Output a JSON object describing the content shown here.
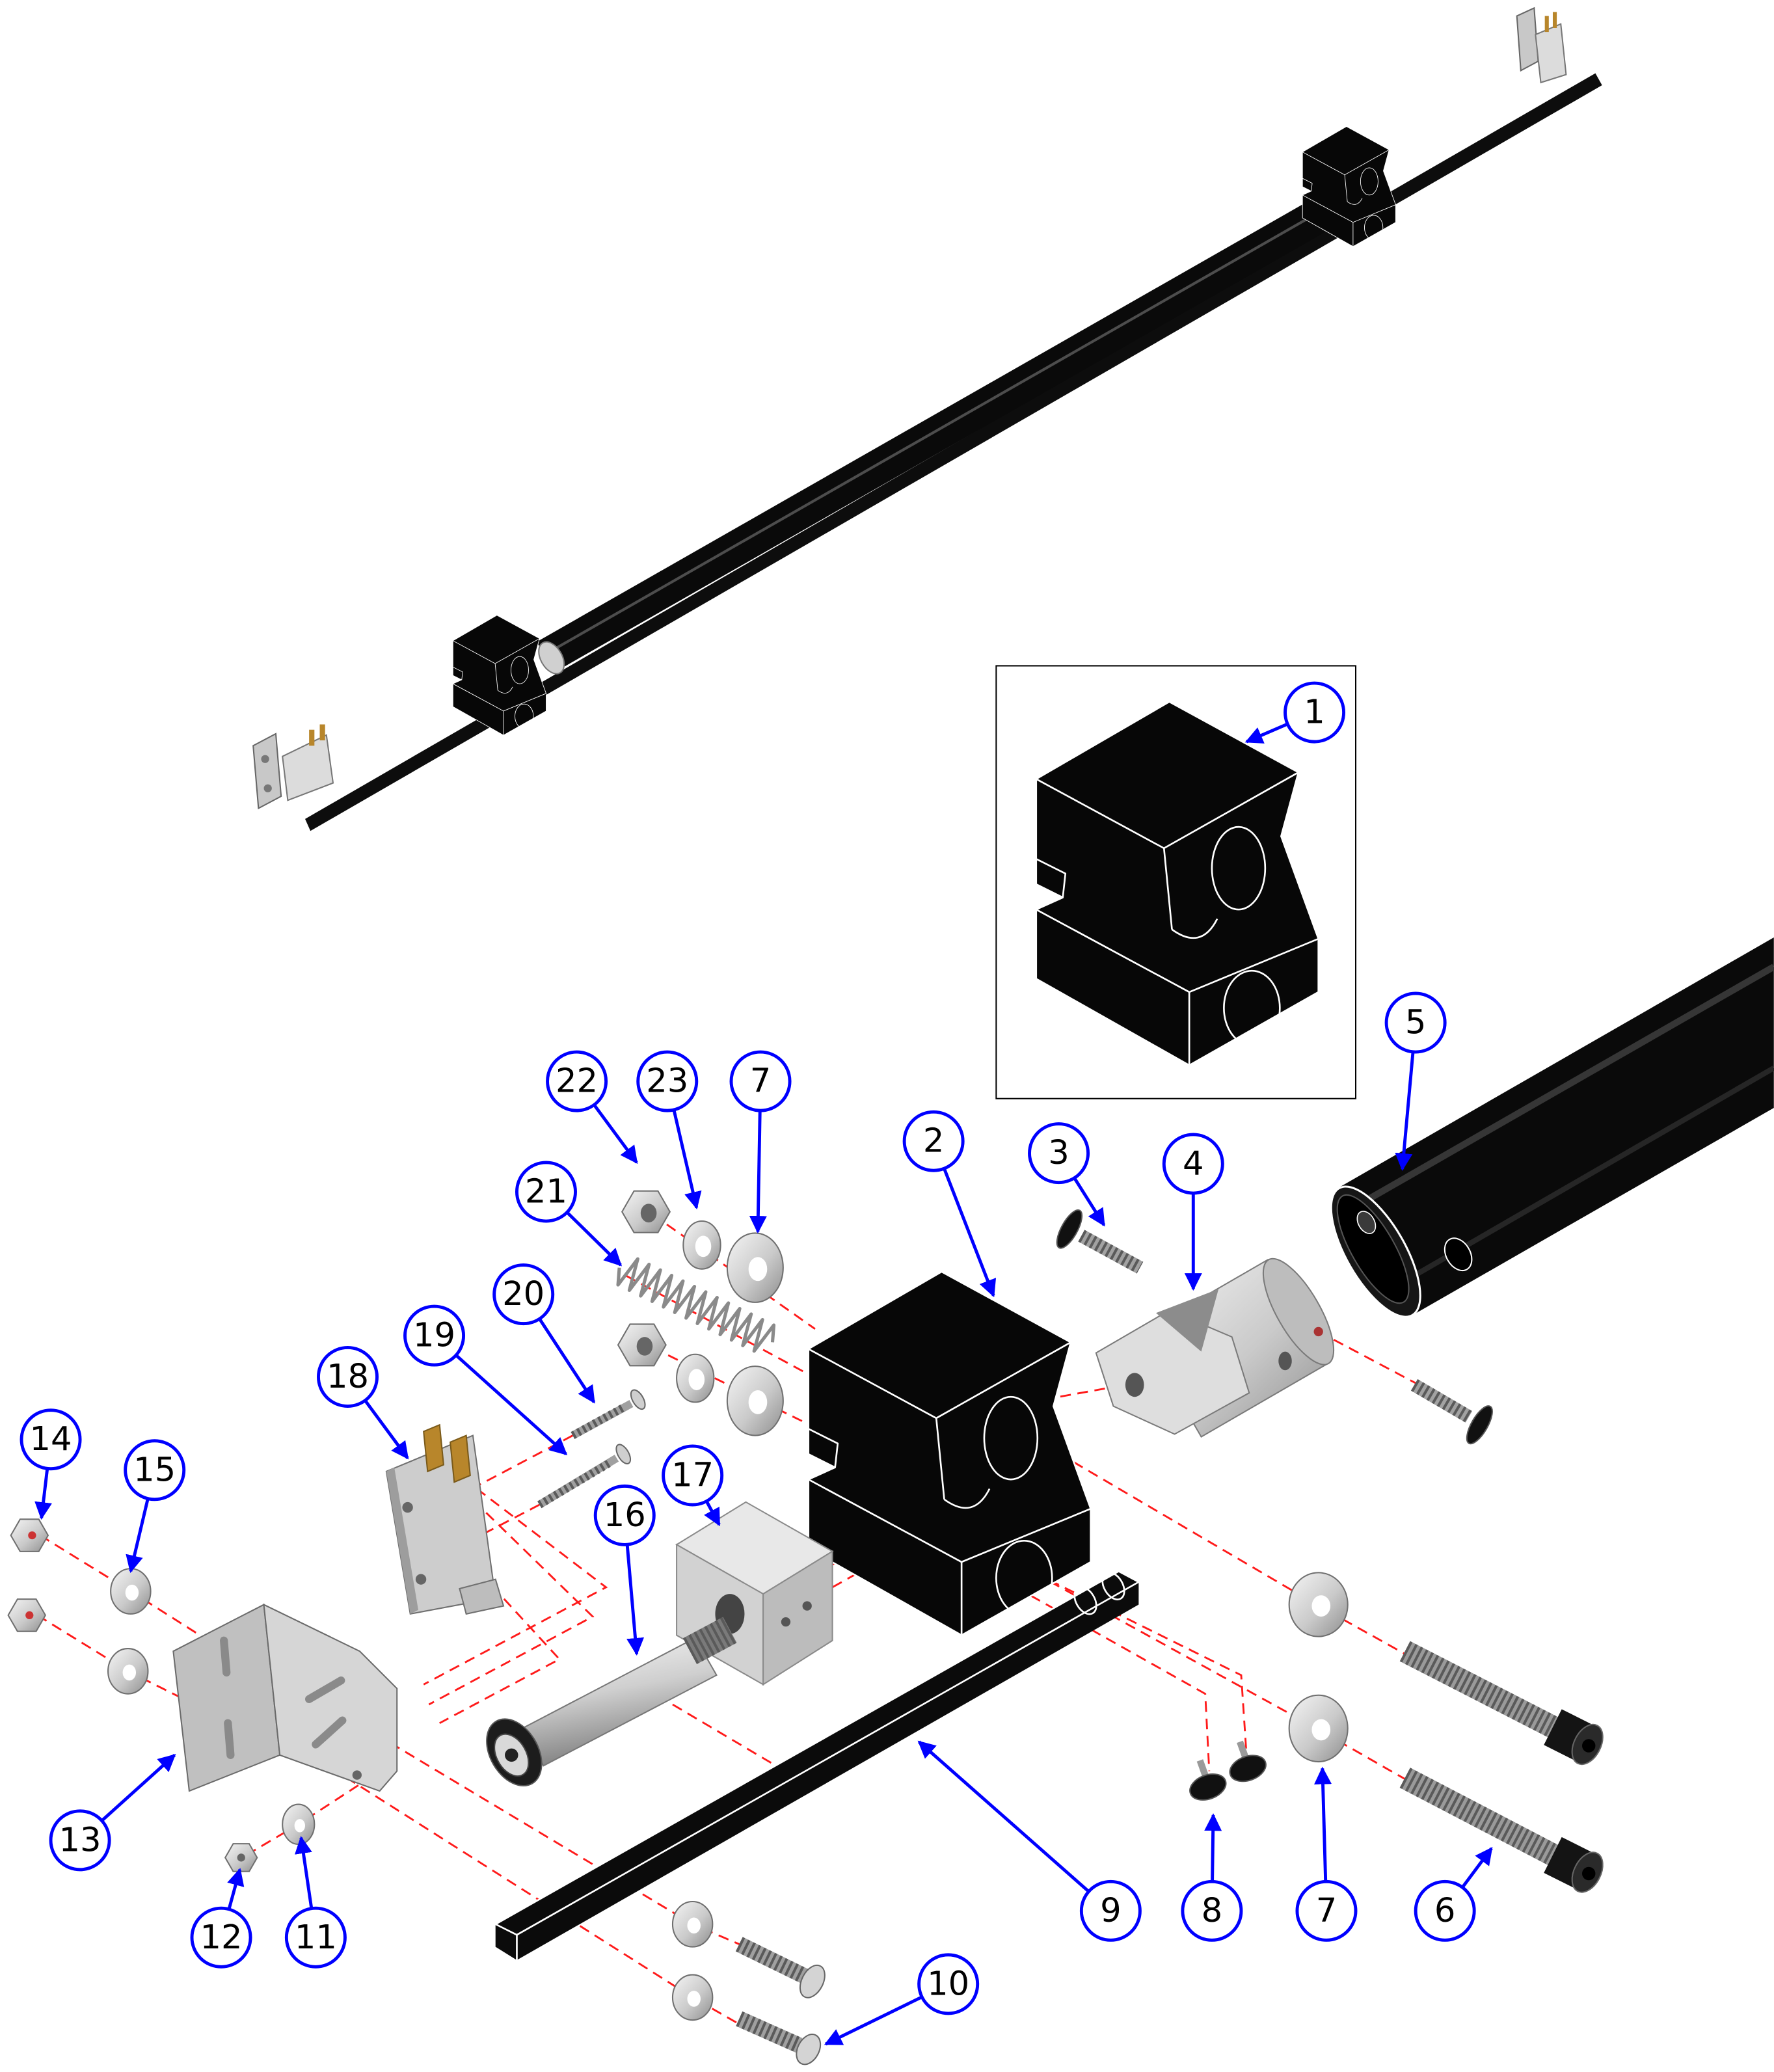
{
  "callouts": [
    "1",
    "5",
    "22",
    "23",
    "7",
    "2",
    "3",
    "4",
    "21",
    "20",
    "19",
    "18",
    "14",
    "15",
    "17",
    "16",
    "13",
    "12",
    "11",
    "9",
    "8",
    "7",
    "6",
    "10"
  ],
  "colors": {
    "callout": "#0000ff",
    "explode_line": "#ff1a1a",
    "part_black": "#0a0a0a",
    "part_metal": "#c9c9c9",
    "switch_terminal": "#b8862b"
  }
}
